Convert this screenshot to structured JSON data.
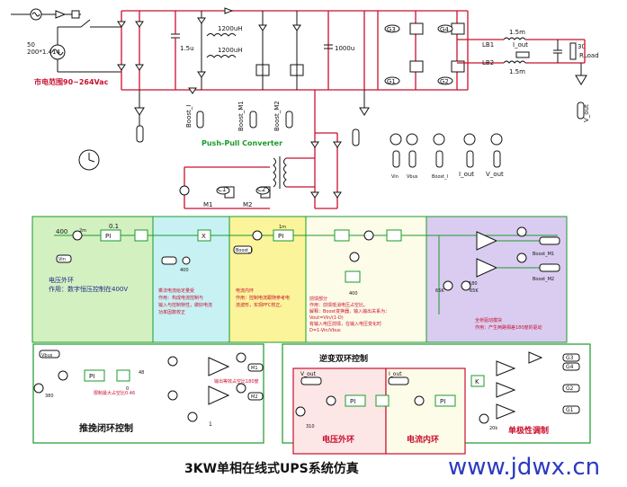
{
  "title": "3KW单相在线式UPS系统仿真",
  "watermark": "www.jdwx.cn",
  "power_stage": {
    "source_label_1": "50",
    "source_label_2": "200*1.414",
    "mains_range": "市电范围90~264Vac",
    "cap_1": "1.5u",
    "inductor_1": "1200uH",
    "inductor_2": "1200uH",
    "cap_2": "1000u",
    "igbt": [
      "G3",
      "G4",
      "G1",
      "G2"
    ],
    "lb1": "LB1",
    "lb2": "LB2",
    "ind_out_1": "1.5m",
    "ind_out_2": "1.5m",
    "i_out": "I_out",
    "load_r": "30",
    "rload": "RLoad",
    "v_out": "V_out",
    "sense": [
      "Boost_I",
      "Boost_M1",
      "Boost_M2"
    ],
    "push_pull_label": "Push-Pull Converter",
    "switches": [
      "C1",
      "C2",
      "M1",
      "M2"
    ],
    "meters": [
      "Vin",
      "Vbus",
      "Boost_I",
      "I_out",
      "V_out"
    ]
  },
  "boost_ctrl": {
    "ref": "400",
    "vin": "Vin",
    "gain": "0.1",
    "gain_2": "2m",
    "pi": "PI",
    "note_title": "电压外环",
    "note_body": "作用：数字恒压控制在400V",
    "note_mid_1": "乘法电流给定量受",
    "note_mid_2": "作用：构成电流控制与",
    "note_mid_3": "输入与控制特性，做好电流",
    "note_mid_4": "功率因数校正",
    "mult": "X",
    "v400": "400",
    "inner_label_1": "电流内环",
    "inner_label_2": "作用：控制电流跟随参考电",
    "inner_label_3": "流波形，实现PFC校正。",
    "boost_i": "Boost_I",
    "pi_2": "PI",
    "gain_3": "1m",
    "ff_title": "前馈部分",
    "ff_1": "作用：前馈抵消电压占空比。",
    "ff_2": "解释：Boost变换器，输入输出关系为：",
    "ff_3": "Vout=Vin/(1-D)",
    "ff_4": "有输入电压前馈，在输入电压变化时",
    "ff_5": "D=1-Vin/Vbus",
    "ff_v400": "400",
    "pwm_title": "全桥驱动模块",
    "pwm_1": "作用：产生两路相差180度的驱动",
    "f1": "65K",
    "f2": "65K",
    "deg": "180",
    "out_1": "Boost_M1",
    "out_2": "Boost_M2"
  },
  "push_pull_ctrl": {
    "vbus": "Vbus",
    "ref": "380",
    "pi": "PI",
    "gain": "48",
    "limit": "0",
    "note": "限制最大占空比0.46",
    "note_2": "输出等效占空比180度",
    "m1": "M1",
    "m2": "M2",
    "one": "1",
    "title": "推挽闭环控制"
  },
  "inverter_ctrl": {
    "title": "逆变双环控制",
    "v_out": "V_out",
    "i_out": "I_out",
    "ref": "310",
    "pi_1": "PI",
    "pi_2": "PI",
    "k": "K",
    "outer": "电压外环",
    "inner": "电流内环",
    "spwm": "单极性调制",
    "f": "20k",
    "gates": [
      "G3",
      "G4",
      "G2",
      "G1"
    ]
  }
}
